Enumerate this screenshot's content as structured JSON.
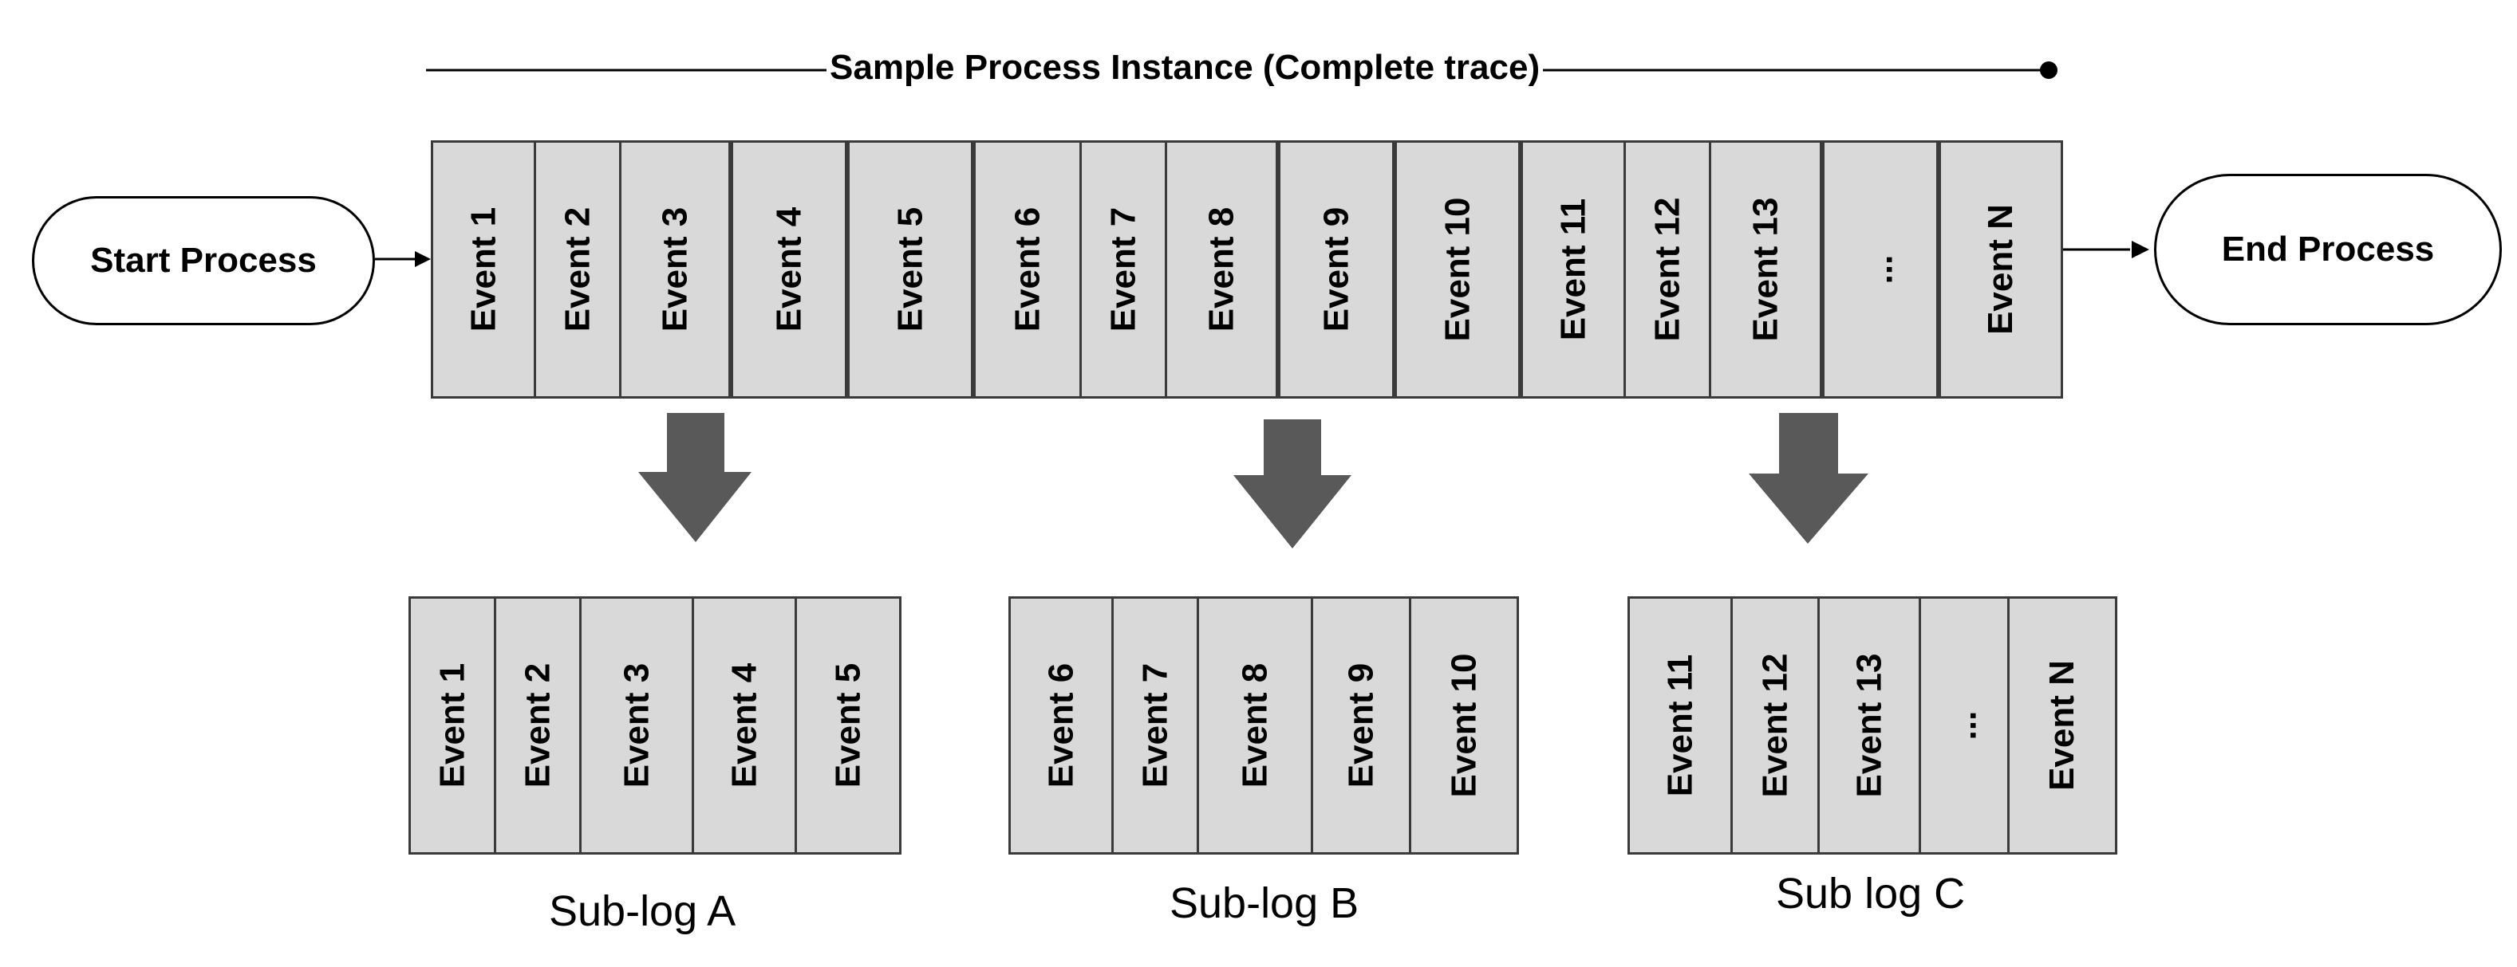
{
  "trace_title": "Sample Process Instance (Complete trace)",
  "start_label": "Start Process",
  "end_label": "End Process",
  "main_events": [
    "Event 1",
    "Event 2",
    "Event 3",
    "Event 4",
    "Event 5",
    "Event 6",
    "Event 7",
    "Event 8",
    "Event 9",
    "Event 10",
    "Event 11",
    "Event 12",
    "Event 13",
    "...",
    "Event N"
  ],
  "sublogs": [
    {
      "label": "Sub-log A",
      "events": [
        "Event 1",
        "Event 2",
        "Event 3",
        "Event 4",
        "Event 5"
      ]
    },
    {
      "label": "Sub-log B",
      "events": [
        "Event 6",
        "Event 7",
        "Event 8",
        "Event 9",
        "Event 10"
      ]
    },
    {
      "label": "Sub log C",
      "events": [
        "Event 11",
        "Event 12",
        "Event 13",
        "...",
        "Event N"
      ]
    }
  ],
  "colors": {
    "cell_fill": "#d9d9d9",
    "cell_border": "#3a3a3a",
    "arrow_fill": "#595959",
    "line": "#000000"
  }
}
